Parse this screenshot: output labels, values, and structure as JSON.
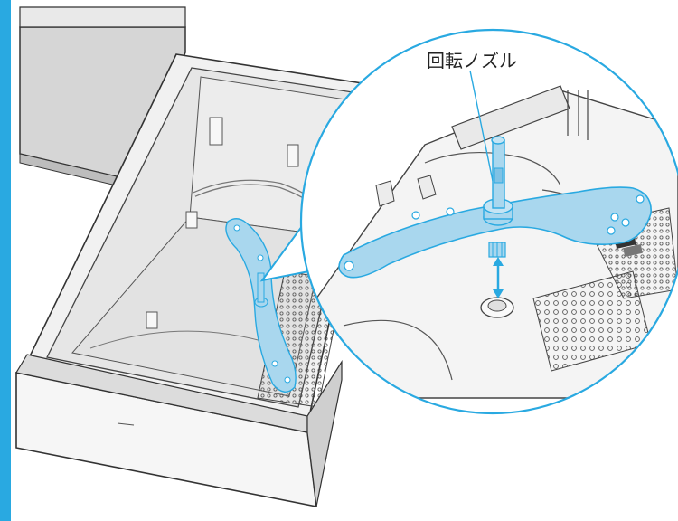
{
  "callout": {
    "label": "回転ノズル"
  },
  "colors": {
    "accent": "#29a9e1",
    "part_fill": "#a9d7ee",
    "line": "#333333"
  },
  "icons": {
    "nozzle": "rotating-nozzle-arm",
    "bearing": "nozzle-bearing-ring",
    "arrow": "double-arrow-vertical"
  }
}
